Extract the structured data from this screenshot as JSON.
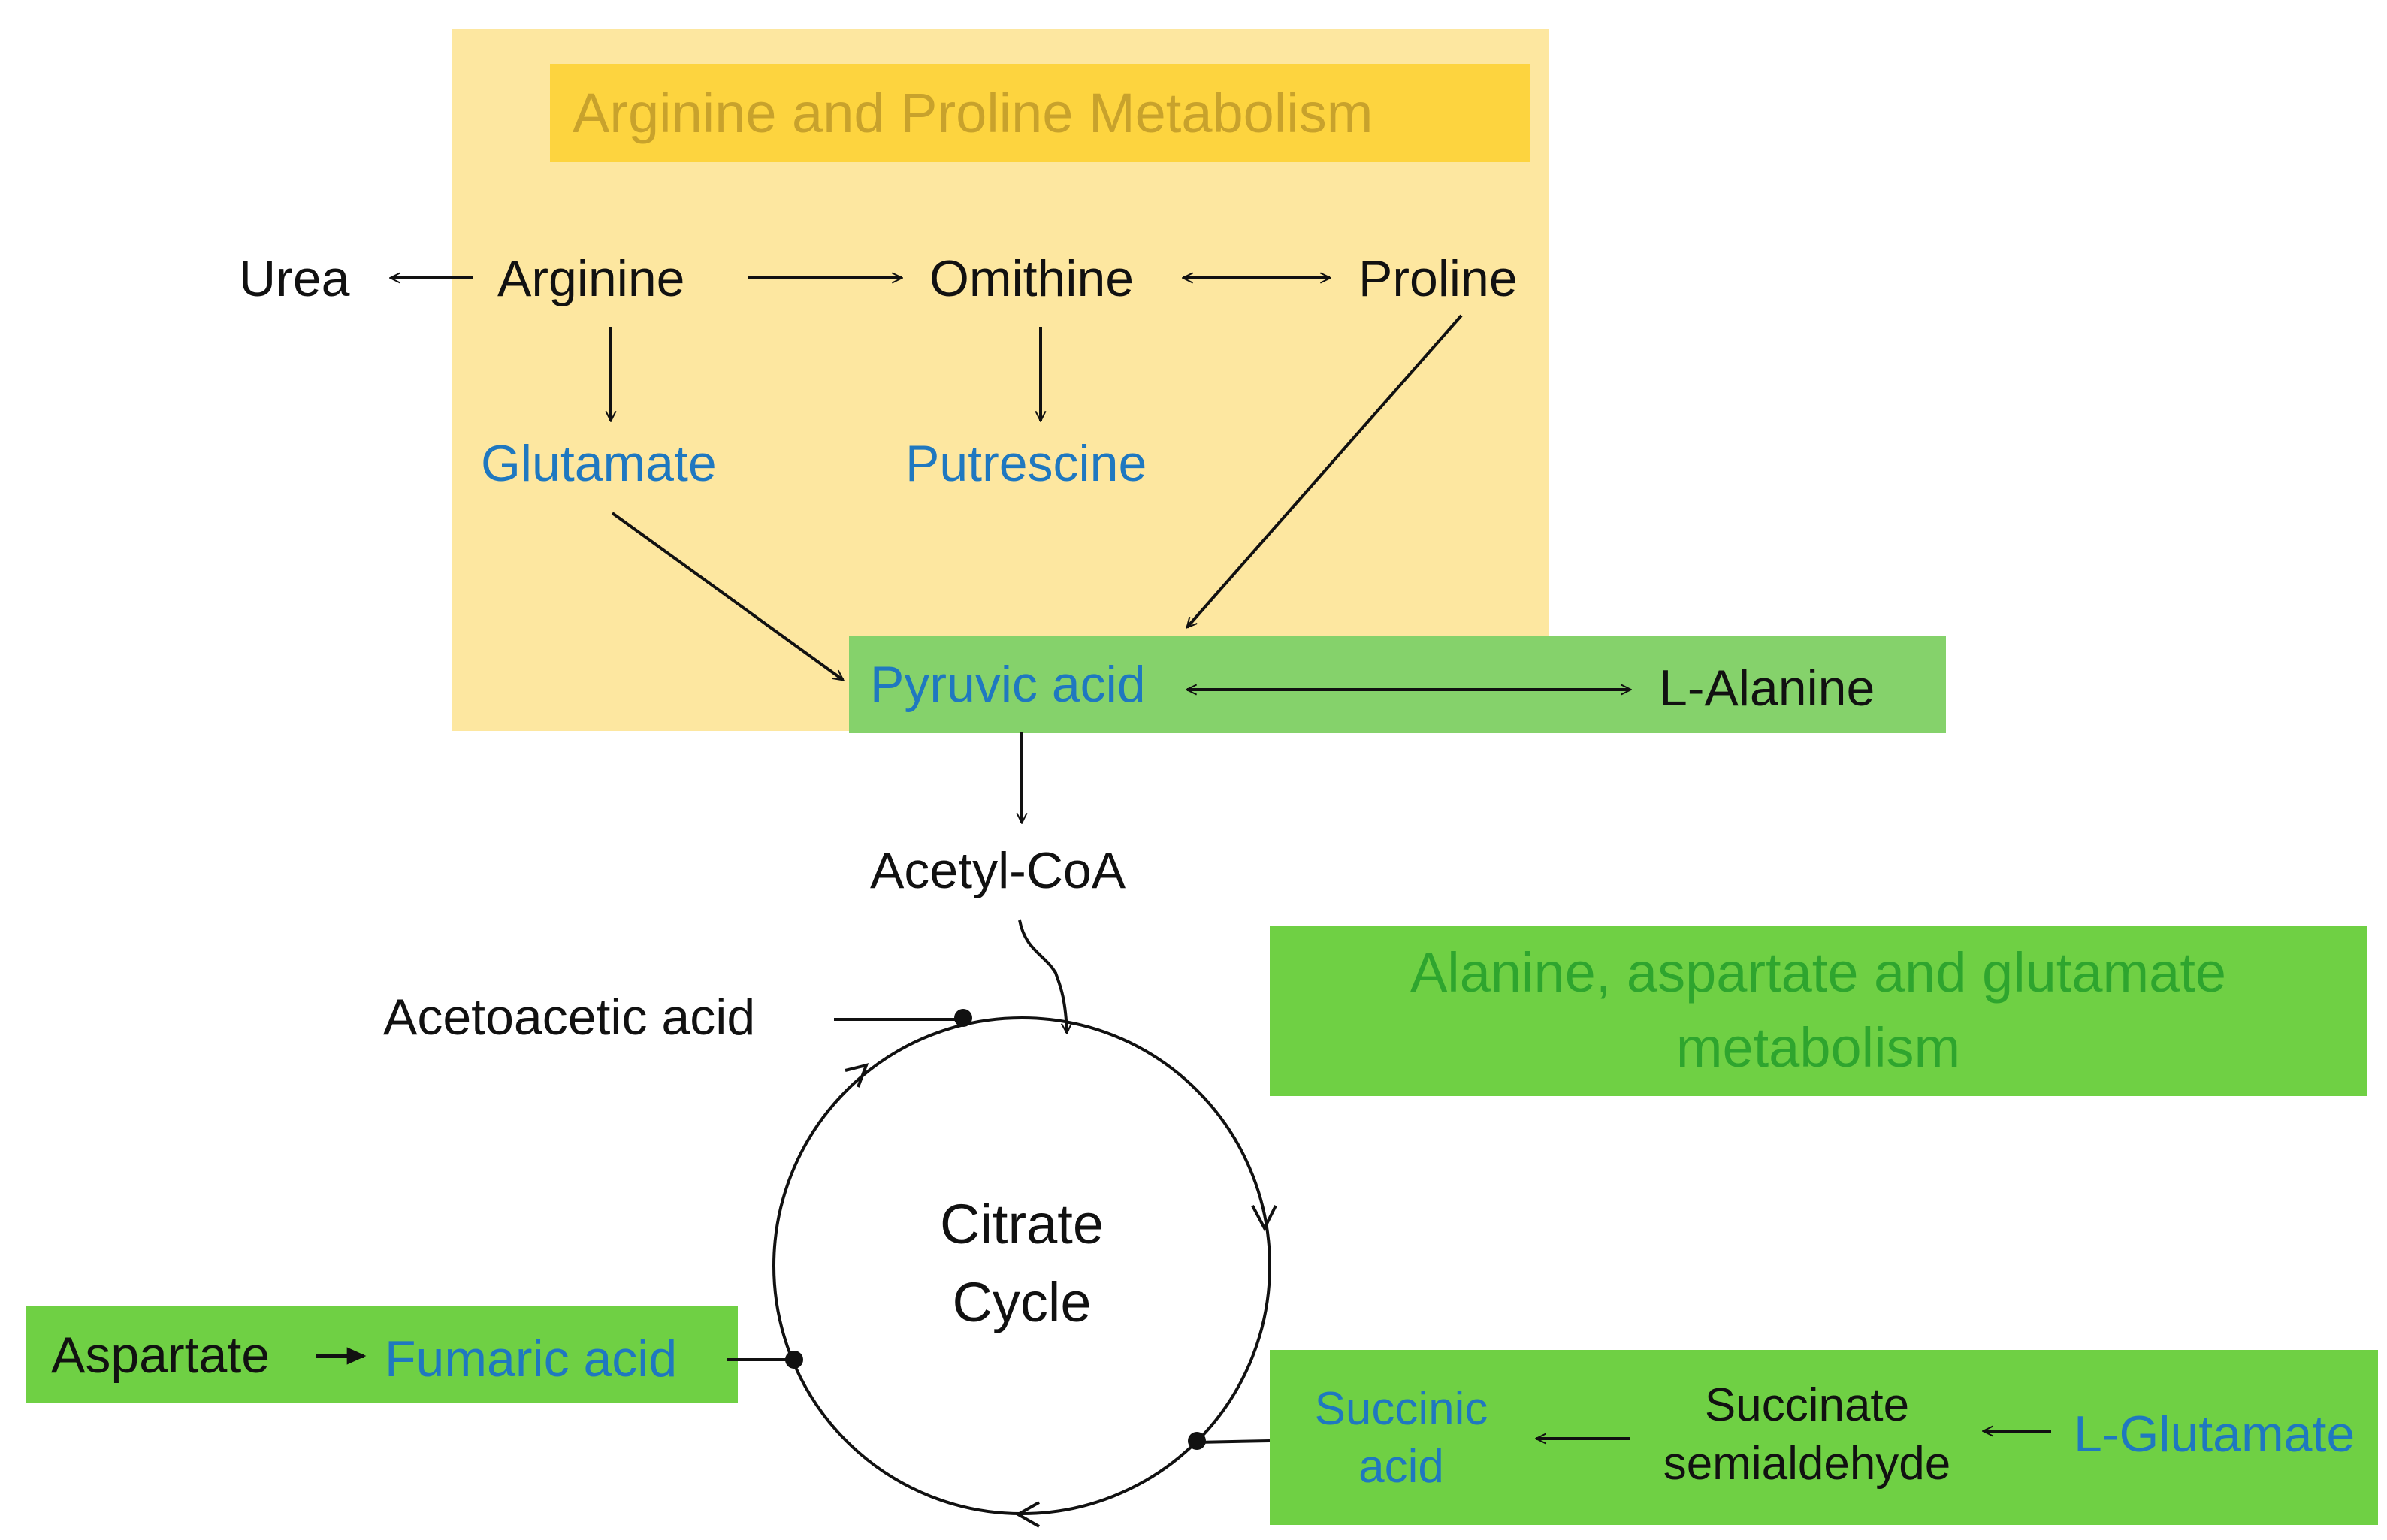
{
  "diagram": {
    "colors": {
      "arginine_panel": "#fde7a0",
      "arginine_title_bar": "#fdd43f",
      "arginine_title_text": "#c8a22c",
      "green_box": "#6fd044",
      "pyruvic_box": "#85d26b",
      "alanine_title_text": "#2ea52e",
      "metabolite_blue": "#1f78c0",
      "text_black": "#111111"
    },
    "titles": {
      "arginine_proline": "Arginine and Proline Metabolism",
      "alanine_aspartate_line1": "Alanine, aspartate and glutamate",
      "alanine_aspartate_line2": "metabolism"
    },
    "nodes": {
      "urea": "Urea",
      "arginine": "Arginine",
      "ornithine": "Omithine",
      "proline": "Proline",
      "glutamate": "Glutamate",
      "putrescine": "Putrescine",
      "pyruvic_acid": "Pyruvic acid",
      "l_alanine": "L-Alanine",
      "acetyl_coa": "Acetyl-CoA",
      "acetoacetic_acid": "Acetoacetic acid",
      "citrate_cycle_line1": "Citrate",
      "citrate_cycle_line2": "Cycle",
      "aspartate": "Aspartate",
      "fumaric_acid": "Fumaric acid",
      "succinic_acid_line1": "Succinic",
      "succinic_acid_line2": "acid",
      "succinate_semialdehyde_line1": "Succinate",
      "succinate_semialdehyde_line2": "semialdehyde",
      "l_glutamate": "L-Glutamate"
    }
  }
}
